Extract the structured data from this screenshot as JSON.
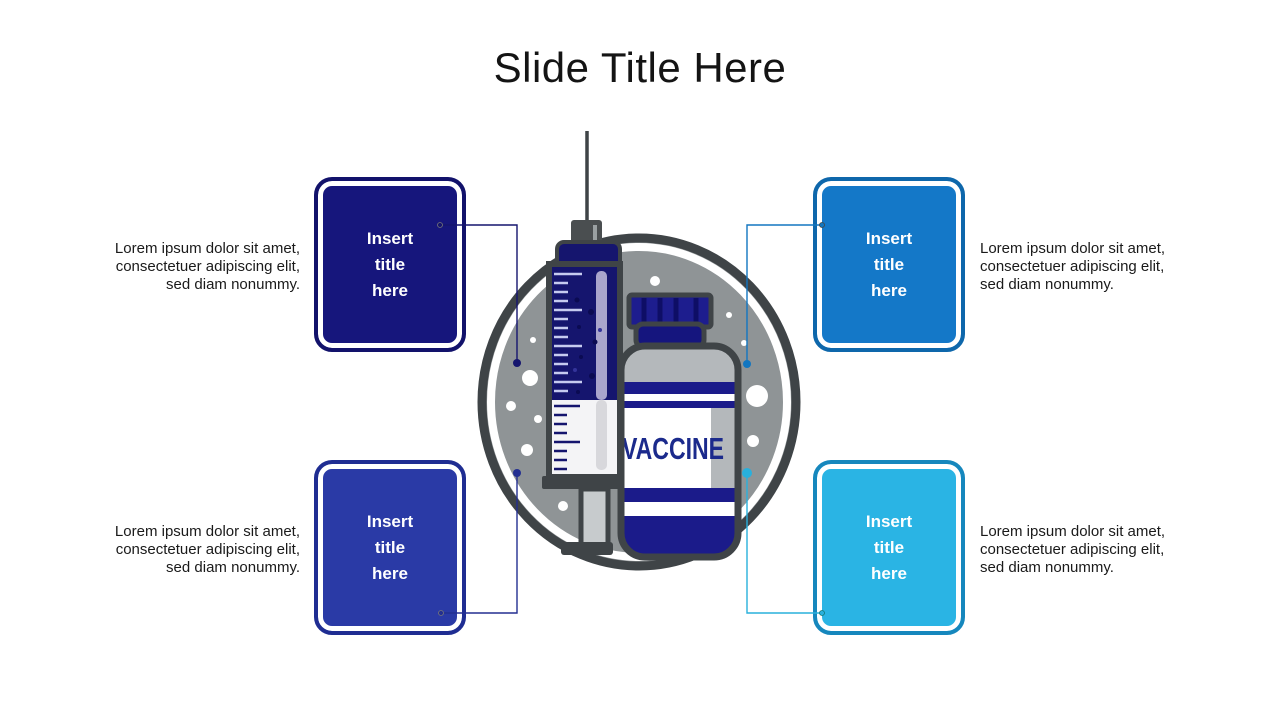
{
  "slide": {
    "title": "Slide Title Here"
  },
  "center_graphic": {
    "label": "VACCINE"
  },
  "boxes": [
    {
      "position": "top-left",
      "label": "Insert\ntitle\nhere",
      "fill": "#16167c",
      "border": "#12126b",
      "connector": "#15156e"
    },
    {
      "position": "top-right",
      "label": "Insert\ntitle\nhere",
      "fill": "#1478c8",
      "border": "#0e67ab",
      "connector": "#1276c0"
    },
    {
      "position": "bottom-left",
      "label": "Insert\ntitle\nhere",
      "fill": "#2a3aa6",
      "border": "#1f2d92",
      "connector": "#232f91"
    },
    {
      "position": "bottom-right",
      "label": "Insert\ntitle\nhere",
      "fill": "#2ab4e4",
      "border": "#1687bd",
      "connector": "#29b0dc"
    }
  ],
  "paragraphs": [
    {
      "position": "top-left",
      "text": "Lorem ipsum dolor sit amet,\nconsectetuer adipiscing elit,\nsed diam nonummy."
    },
    {
      "position": "top-right",
      "text": "Lorem ipsum dolor sit amet,\nconsectetuer adipiscing elit,\nsed diam nonummy."
    },
    {
      "position": "bottom-left",
      "text": "Lorem ipsum dolor sit amet,\nconsectetuer adipiscing elit,\nsed diam nonummy."
    },
    {
      "position": "bottom-right",
      "text": "Lorem ipsum dolor sit amet,\nconsectetuer adipiscing elit,\nsed diam nonummy."
    }
  ],
  "colors": {
    "background": "#ffffff",
    "title_text": "#141414",
    "body_text": "#1a1a1a",
    "circle_fill": "#8f9496",
    "outline_dark_gray": "#3f4447",
    "vial_navy": "#1b1b8a",
    "syringe_liquid_navy": "#15156e",
    "vaccine_label_text": "#1b2a8c"
  }
}
